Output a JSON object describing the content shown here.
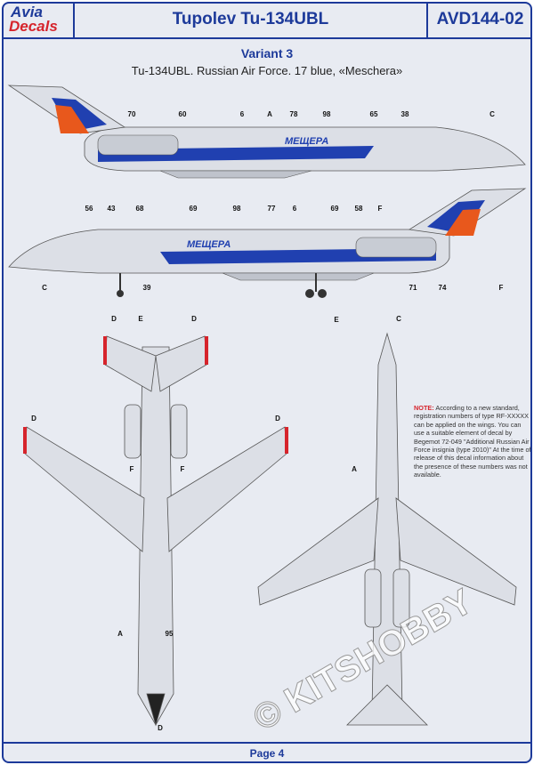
{
  "header": {
    "logo_top": "Avia",
    "logo_bottom": "Decals",
    "title": "Tupolev Tu-134UBL",
    "code": "AVD144-02"
  },
  "variant": {
    "title": "Variant 3",
    "subtitle": "Tu-134UBL. Russian Air Force. 17 blue, «Meschera»"
  },
  "fuselage_name": "МЕЩЕРА",
  "callouts_side_top": [
    "70",
    "60",
    "6",
    "A",
    "78",
    "98",
    "65",
    "38",
    "C",
    "56",
    "69"
  ],
  "callouts_side_bottom": [
    "43",
    "68",
    "69",
    "98",
    "77",
    "6",
    "58",
    "F",
    "C",
    "39",
    "71",
    "74",
    "F",
    "E"
  ],
  "callouts_plan_bottom": [
    "D",
    "E",
    "D",
    "D",
    "D",
    "F",
    "F",
    "A",
    "95",
    "D"
  ],
  "callouts_plan_top": [
    "C",
    "A"
  ],
  "note": {
    "label": "NOTE:",
    "text": "According to a new standard, registration numbers of type RF-XXXXX can be applied on the wings. You can use a suitable element of decal by Begemot 72-049 \"Additional Russian Air Force insignia (type 2010)\" At the time of release of this decal information about the presence of these numbers was not available."
  },
  "watermark": "© KITSHOBBY",
  "footer": {
    "page": "Page 4"
  },
  "colors": {
    "brand_blue": "#1d3a9a",
    "red": "#d6242c",
    "background": "#e8ebf2",
    "fuselage_stripe": "#2040b0",
    "tail_orange": "#e8581c"
  }
}
